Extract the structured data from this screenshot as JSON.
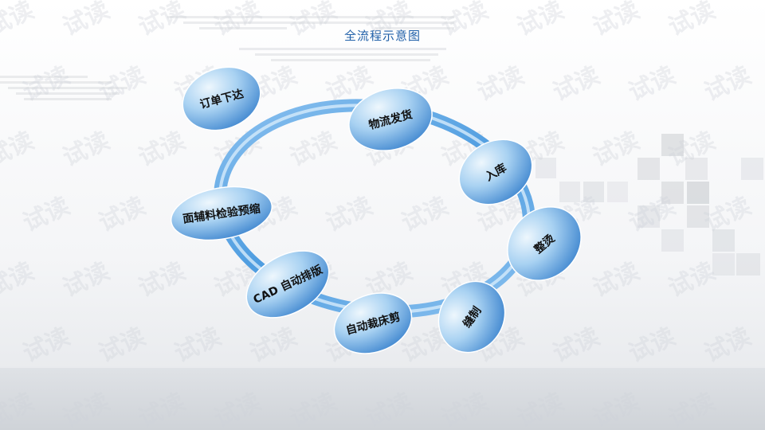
{
  "title": "全流程示意图",
  "watermark": "试读",
  "colors": {
    "node_light": "#e8f4fc",
    "node_mid": "#8fc2ec",
    "node_dark": "#3f86cf",
    "ring": "#5fa6e6",
    "title": "#1f5fa8"
  },
  "nodes": [
    {
      "label": "订单下达"
    },
    {
      "label": "物流发货"
    },
    {
      "label": "入库"
    },
    {
      "label": "整烫"
    },
    {
      "label": "缝制"
    },
    {
      "label": "自动裁床剪"
    },
    {
      "label": "CAD 自动排版"
    },
    {
      "label": "面辅料检验预缩"
    }
  ]
}
